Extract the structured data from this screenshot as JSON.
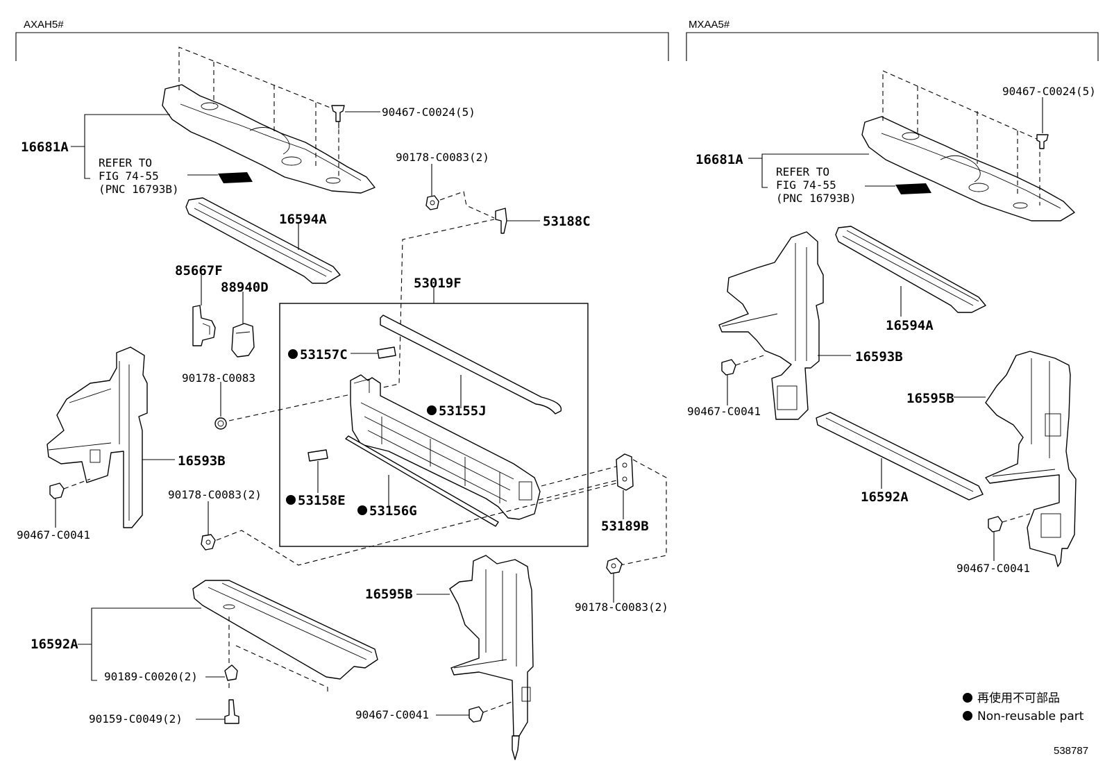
{
  "sections": {
    "left": "AXAH5#",
    "right": "MXAA5#"
  },
  "labels": {
    "l_16681A": "16681A",
    "l_refer1": "REFER TO",
    "l_refer2": "FIG 74-55",
    "l_refer3": "(PNC 16793B)",
    "l_90467_C0024_5": "90467-C0024(5)",
    "l_90178_C0083_2_top": "90178-C0083(2)",
    "l_53188C": "53188C",
    "l_16594A": "16594A",
    "l_85667F": "85667F",
    "l_88940D": "88940D",
    "l_53019F": "53019F",
    "l_53157C": "53157C",
    "l_53155J": "53155J",
    "l_90178_C0083": "90178-C0083",
    "l_16593B": "16593B",
    "l_90467_C0041": "90467-C0041",
    "l_90178_C0083_2_mid": "90178-C0083(2)",
    "l_53158E": "53158E",
    "l_53156G": "53156G",
    "l_53189B": "53189B",
    "l_90178_C0083_2_low": "90178-C0083(2)",
    "l_16595B": "16595B",
    "l_90467_C0041_bot": "90467-C0041",
    "l_16592A": "16592A",
    "l_90189_C0020_2": "90189-C0020(2)",
    "l_90159_C0049_2": "90159-C0049(2)",
    "r_90467_C0024_5": "90467-C0024(5)",
    "r_16681A": "16681A",
    "r_refer1": "REFER TO",
    "r_refer2": "FIG 74-55",
    "r_refer3": "(PNC 16793B)",
    "r_16594A": "16594A",
    "r_16593B": "16593B",
    "r_90467_C0041": "90467-C0041",
    "r_16595B": "16595B",
    "r_16592A": "16592A",
    "r_90467_C0041_b": "90467-C0041"
  },
  "legend": {
    "line1": "再使用不可部品",
    "line2": "Non-reusable part"
  },
  "figure_number": "538787"
}
